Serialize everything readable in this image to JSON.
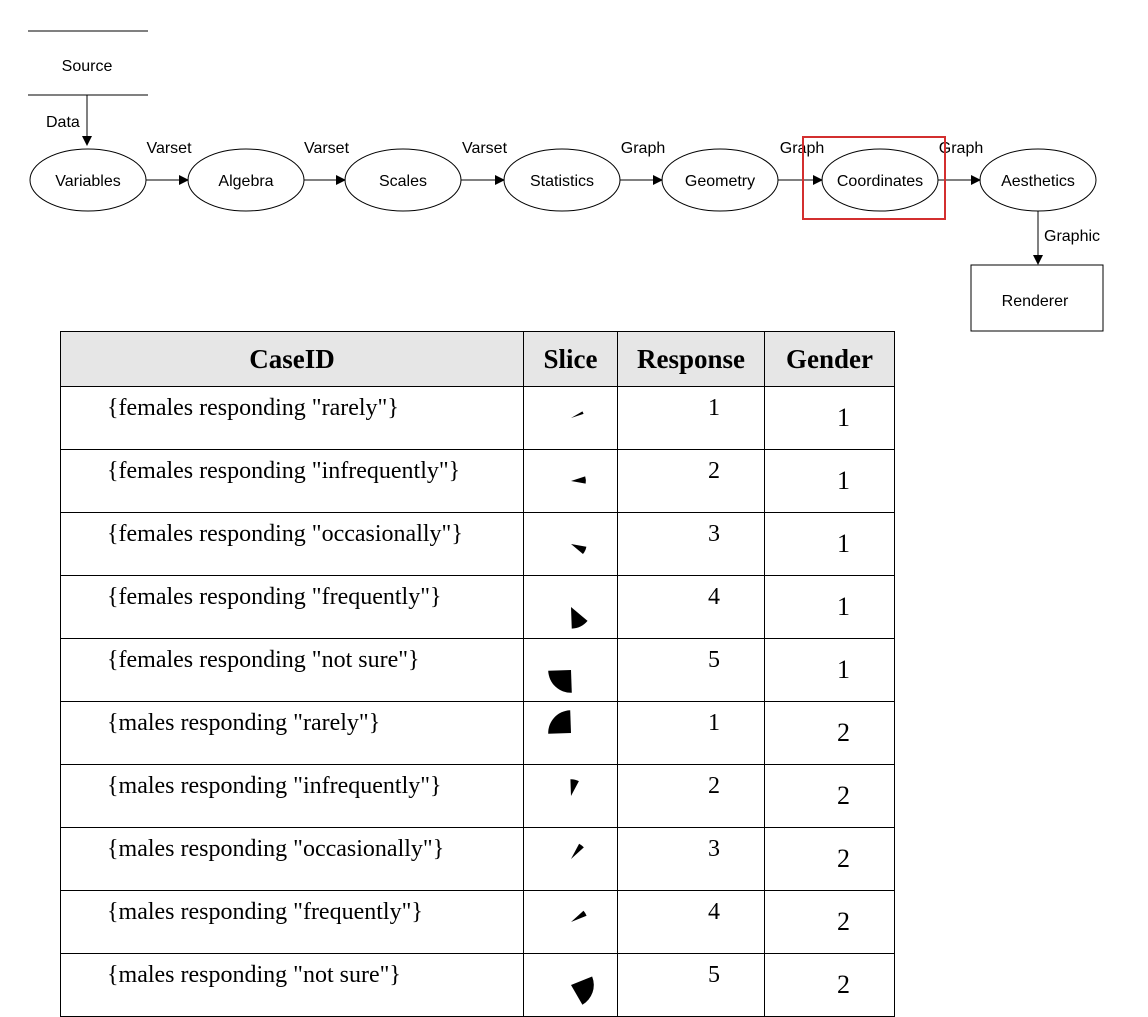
{
  "diagram": {
    "source": "Source",
    "renderer": "Renderer",
    "data_label": "Data",
    "graphic_label": "Graphic",
    "nodes": [
      "Variables",
      "Algebra",
      "Scales",
      "Statistics",
      "Geometry",
      "Coordinates",
      "Aesthetics"
    ],
    "edges": [
      "Varset",
      "Varset",
      "Varset",
      "Graph",
      "Graph",
      "Graph"
    ],
    "highlighted_node": "Coordinates",
    "highlight_color": "#d32f2f"
  },
  "table": {
    "headers": [
      "CaseID",
      "Slice",
      "Response",
      "Gender"
    ],
    "rows": [
      {
        "caseid": "{females responding \"rarely\"}",
        "response": "1",
        "gender": "1",
        "slice_start": 60,
        "slice_end": 72,
        "slice_r": 0.55
      },
      {
        "caseid": "{females responding \"infrequently\"}",
        "response": "2",
        "gender": "1",
        "slice_start": 72,
        "slice_end": 100,
        "slice_r": 0.62
      },
      {
        "caseid": "{females responding \"occasionally\"}",
        "response": "3",
        "gender": "1",
        "slice_start": 100,
        "slice_end": 130,
        "slice_r": 0.65
      },
      {
        "caseid": "{females responding \"frequently\"}",
        "response": "4",
        "gender": "1",
        "slice_start": 130,
        "slice_end": 178,
        "slice_r": 0.9
      },
      {
        "caseid": "{females responding \"not sure\"}",
        "response": "5",
        "gender": "1",
        "slice_start": 178,
        "slice_end": 268,
        "slice_r": 0.95
      },
      {
        "caseid": "{males responding \"rarely\"}",
        "response": "1",
        "gender": "2",
        "slice_start": 268,
        "slice_end": 358,
        "slice_r": 0.95
      },
      {
        "caseid": "{males responding \"infrequently\"}",
        "response": "2",
        "gender": "2",
        "slice_start": 358,
        "slice_end": 388,
        "slice_r": 0.7
      },
      {
        "caseid": "{males responding \"occasionally\"}",
        "response": "3",
        "gender": "2",
        "slice_start": 388,
        "slice_end": 408,
        "slice_r": 0.72
      },
      {
        "caseid": "{males responding \"frequently\"}",
        "response": "4",
        "gender": "2",
        "slice_start": 408,
        "slice_end": 428,
        "slice_r": 0.7
      },
      {
        "caseid": "{males responding \"not sure\"}",
        "response": "5",
        "gender": "2",
        "slice_start": 428,
        "slice_end": 510,
        "slice_r": 0.95
      }
    ]
  }
}
